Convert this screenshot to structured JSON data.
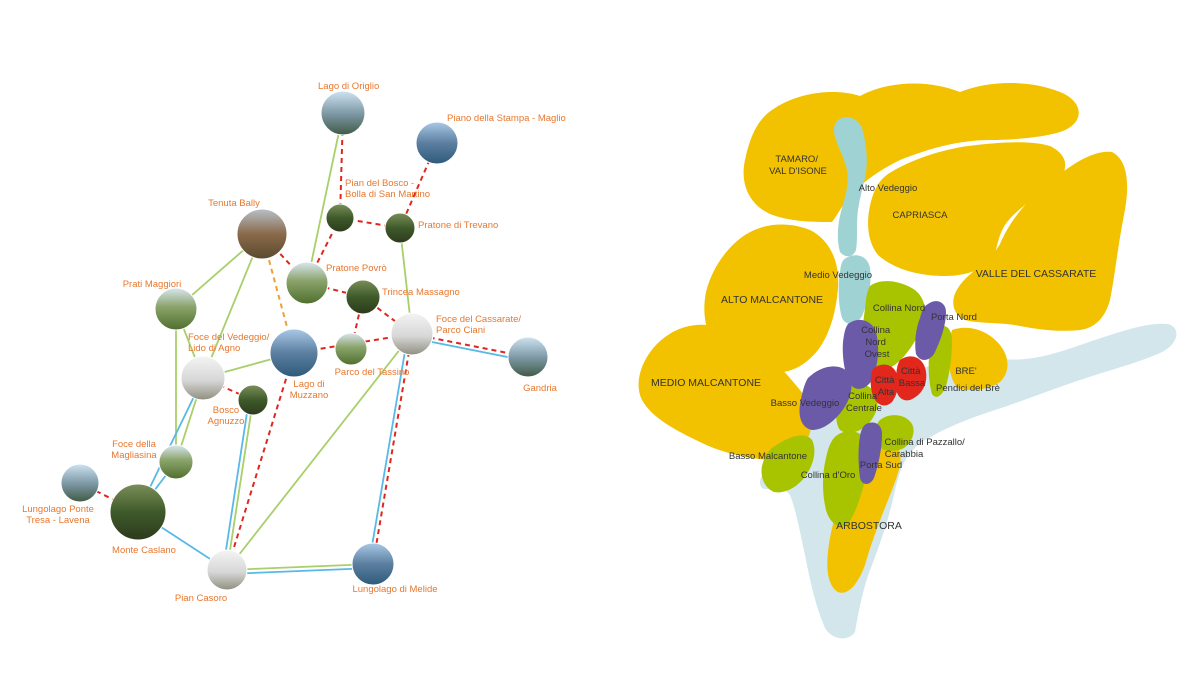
{
  "colors": {
    "label": "#e8772e",
    "link_green": "#a9cf6a",
    "link_blue": "#58b9e6",
    "link_red": "#e0261d",
    "link_orange": "#f0a030",
    "zone_yellow": "#f2c200",
    "zone_teal": "#9fd3d3",
    "zone_lightgreen": "#a8c400",
    "zone_purple": "#6b5aa8",
    "zone_red": "#e2271d",
    "lake": "#d2e6ec"
  },
  "network": {
    "nodes": [
      {
        "id": "lago_origlio",
        "label": [
          "Lago di Origlio"
        ]
      },
      {
        "id": "piano_stampa",
        "label": [
          "Piano della Stampa - Maglio"
        ]
      },
      {
        "id": "pian_bosco",
        "label": [
          "Pian del Bosco -",
          "Bolla di San Martino"
        ]
      },
      {
        "id": "pratone_trevano",
        "label": [
          "Pratone di Trevano"
        ]
      },
      {
        "id": "tenuta_bally",
        "label": [
          "Tenuta Bally"
        ]
      },
      {
        "id": "pratone_povro",
        "label": [
          "Pratone Povrò"
        ]
      },
      {
        "id": "trincea",
        "label": [
          "Trincea Massagno"
        ]
      },
      {
        "id": "prati_maggiori",
        "label": [
          "Prati Maggiori"
        ]
      },
      {
        "id": "foce_cassarate",
        "label": [
          "Foce del Cassarate/",
          "Parco Ciani"
        ]
      },
      {
        "id": "foce_vedeggio",
        "label": [
          "Foce del Vedeggio/",
          "Lido di Agno"
        ]
      },
      {
        "id": "lago_muzzano",
        "label": [
          "Lago di",
          "Muzzano"
        ]
      },
      {
        "id": "parco_tassino",
        "label": [
          "Parco del Tassino"
        ]
      },
      {
        "id": "gandria",
        "label": [
          "Gandria"
        ]
      },
      {
        "id": "bosco_agnuzzo",
        "label": [
          "Bosco",
          "Agnuzzo"
        ]
      },
      {
        "id": "foce_magliasina",
        "label": [
          "Foce della",
          "Magliasina"
        ]
      },
      {
        "id": "lungolago_ponte_tresa",
        "label": [
          "Lungolago Ponte",
          "Tresa - Lavena"
        ]
      },
      {
        "id": "monte_caslano",
        "label": [
          "Monte Caslano"
        ]
      },
      {
        "id": "pian_casoro",
        "label": [
          "Pian Casoro"
        ]
      },
      {
        "id": "lungolago_melide",
        "label": [
          "Lungolago di Melide"
        ]
      }
    ],
    "links": [
      {
        "from": "lago_origlio",
        "to": "pratone_povro",
        "kind": "green"
      },
      {
        "from": "lago_origlio",
        "to": "pian_bosco",
        "kind": "red"
      },
      {
        "from": "piano_stampa",
        "to": "pratone_trevano",
        "kind": "red"
      },
      {
        "from": "pian_bosco",
        "to": "pratone_trevano",
        "kind": "red"
      },
      {
        "from": "pian_bosco",
        "to": "pratone_povro",
        "kind": "red"
      },
      {
        "from": "pratone_trevano",
        "to": "foce_cassarate",
        "kind": "green"
      },
      {
        "from": "tenuta_bally",
        "to": "pratone_povro",
        "kind": "red"
      },
      {
        "from": "tenuta_bally",
        "to": "prati_maggiori",
        "kind": "green"
      },
      {
        "from": "tenuta_bally",
        "to": "foce_vedeggio",
        "kind": "green"
      },
      {
        "from": "tenuta_bally",
        "to": "lago_muzzano",
        "kind": "orange"
      },
      {
        "from": "pratone_povro",
        "to": "trincea",
        "kind": "red"
      },
      {
        "from": "trincea",
        "to": "foce_cassarate",
        "kind": "red"
      },
      {
        "from": "trincea",
        "to": "parco_tassino",
        "kind": "red"
      },
      {
        "from": "lago_muzzano",
        "to": "foce_cassarate",
        "kind": "red"
      },
      {
        "from": "foce_cassarate",
        "to": "gandria",
        "kind": "red"
      },
      {
        "from": "foce_cassarate",
        "to": "gandria",
        "kind": "blue"
      },
      {
        "from": "lago_muzzano",
        "to": "foce_vedeggio",
        "kind": "green"
      },
      {
        "from": "prati_maggiori",
        "to": "foce_vedeggio",
        "kind": "green"
      },
      {
        "from": "prati_maggiori",
        "to": "foce_magliasina",
        "kind": "green"
      },
      {
        "from": "foce_vedeggio",
        "to": "foce_magliasina",
        "kind": "green"
      },
      {
        "from": "foce_vedeggio",
        "to": "monte_caslano",
        "kind": "blue"
      },
      {
        "from": "foce_vedeggio",
        "to": "bosco_agnuzzo",
        "kind": "red"
      },
      {
        "from": "bosco_agnuzzo",
        "to": "pian_casoro",
        "kind": "green"
      },
      {
        "from": "bosco_agnuzzo",
        "to": "pian_casoro",
        "kind": "blue"
      },
      {
        "from": "lago_muzzano",
        "to": "pian_casoro",
        "kind": "red"
      },
      {
        "from": "foce_cassarate",
        "to": "pian_casoro",
        "kind": "green"
      },
      {
        "from": "foce_cassarate",
        "to": "lungolago_melide",
        "kind": "red"
      },
      {
        "from": "foce_cassarate",
        "to": "lungolago_melide",
        "kind": "blue"
      },
      {
        "from": "foce_magliasina",
        "to": "monte_caslano",
        "kind": "blue"
      },
      {
        "from": "lungolago_ponte_tresa",
        "to": "monte_caslano",
        "kind": "red"
      },
      {
        "from": "monte_caslano",
        "to": "pian_casoro",
        "kind": "blue"
      },
      {
        "from": "pian_casoro",
        "to": "lungolago_melide",
        "kind": "green"
      },
      {
        "from": "pian_casoro",
        "to": "lungolago_melide",
        "kind": "blue"
      }
    ]
  },
  "zones": {
    "tamaro": [
      "TAMARO/",
      "VAL D'ISONE"
    ],
    "capriasca": "CAPRIASCA",
    "valle_cassarate": "VALLE DEL CASSARATE",
    "alto_malcantone": "ALTO MALCANTONE",
    "medio_malcantone": "MEDIO MALCANTONE",
    "basso_malcantone": "Basso Malcantone",
    "alto_vedeggio": "Alto Vedeggio",
    "medio_vedeggio": "Medio Vedeggio",
    "basso_vedeggio": "Basso Vedeggio",
    "collina_nord": "Collina Nord",
    "collina_nord_ovest": [
      "Collina",
      "Nord",
      "Ovest"
    ],
    "porta_nord": "Porta Nord",
    "bre": "BRE'",
    "pendici_bre": "Pendici del Brè",
    "citta_alta": [
      "Città",
      "Alta"
    ],
    "citta_bassa": [
      "Città",
      "Bassa"
    ],
    "collina_centrale": [
      "Collina",
      "Centrale"
    ],
    "collina_pazzallo": [
      "Collina di Pazzallo/",
      "Carabbia"
    ],
    "porta_sud": "Porta Sud",
    "collina_doro": "Collina d'Oro",
    "arbostora": "ARBOSTORA"
  }
}
